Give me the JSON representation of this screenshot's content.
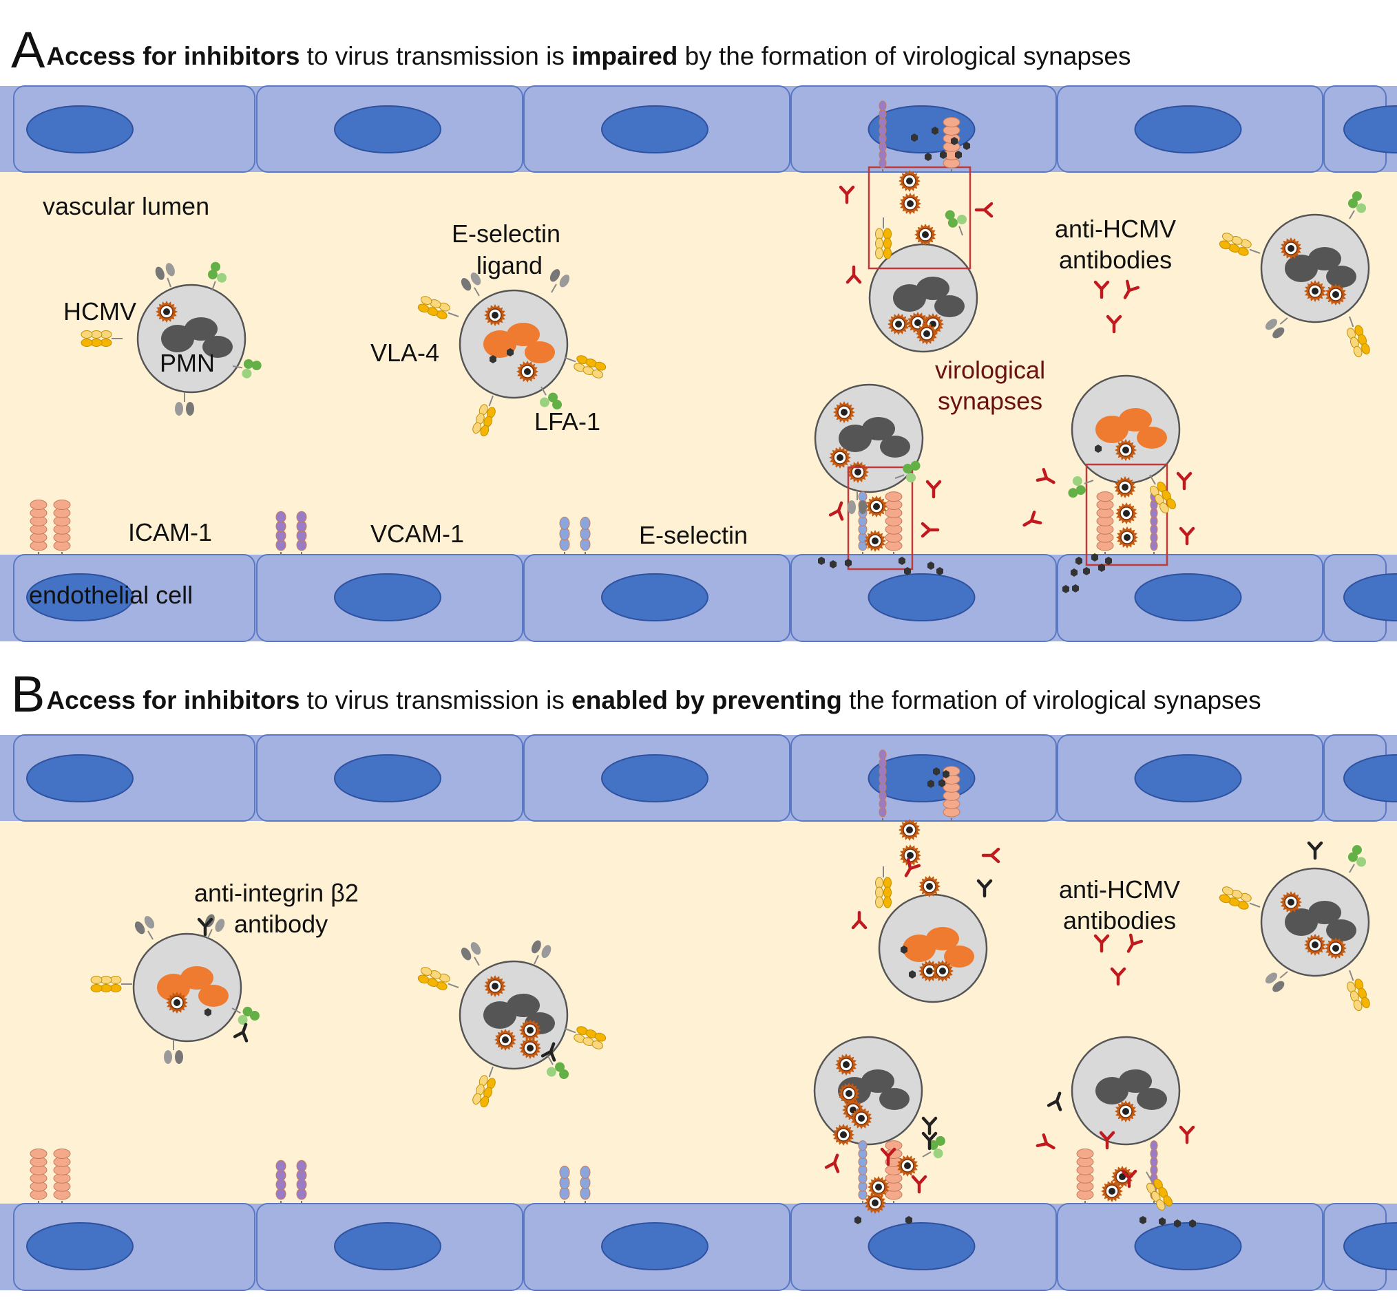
{
  "panels": [
    {
      "letter": "A",
      "title_parts": [
        "Access for inhibitors",
        " to virus transmission is ",
        "impaired",
        " by the formation of virological synapses"
      ]
    },
    {
      "letter": "B",
      "title_parts": [
        "Access for inhibitors",
        " to virus transmission is ",
        "enabled by preventing",
        " the formation of virological synapses"
      ]
    }
  ],
  "labels": {
    "vascular_lumen": "vascular lumen",
    "hcmv": "HCMV",
    "pmn": "PMN",
    "e_selectin_ligand_1": "E-selectin",
    "e_selectin_ligand_2": "ligand",
    "vla4": "VLA-4",
    "lfa1": "LFA-1",
    "virological_1": "virological",
    "virological_2": "synapses",
    "anti_hcmv_1": "anti-HCMV",
    "anti_hcmv_2": "antibodies",
    "icam1": "ICAM-1",
    "vcam1": "VCAM-1",
    "e_selectin": "E-selectin",
    "endothelial_cell": "endothelial cell",
    "anti_integrin_1": "anti-integrin β2",
    "anti_integrin_2": "antibody"
  },
  "colors": {
    "lumen": "#fff2d4",
    "endothelium": "#a3b2e0",
    "endothelium_stroke": "#5b78c4",
    "nucleus": "#4472c4",
    "pmn_fill": "#d9d9d9",
    "pmn_nucleus_gray": "#555555",
    "pmn_nucleus_orange": "#ee7b30",
    "virus": "#c55a11",
    "antibody_red": "#c0191e",
    "antibody_black": "#222222",
    "synapse_box": "#c0393b",
    "icam1": "#f4a98a",
    "vcam1": "#9a7cc6",
    "e_selectin": "#8aa6dc",
    "vla4": "#f4b400",
    "lfa1": "#62b046",
    "e_selectin_ligand": "#777777"
  }
}
